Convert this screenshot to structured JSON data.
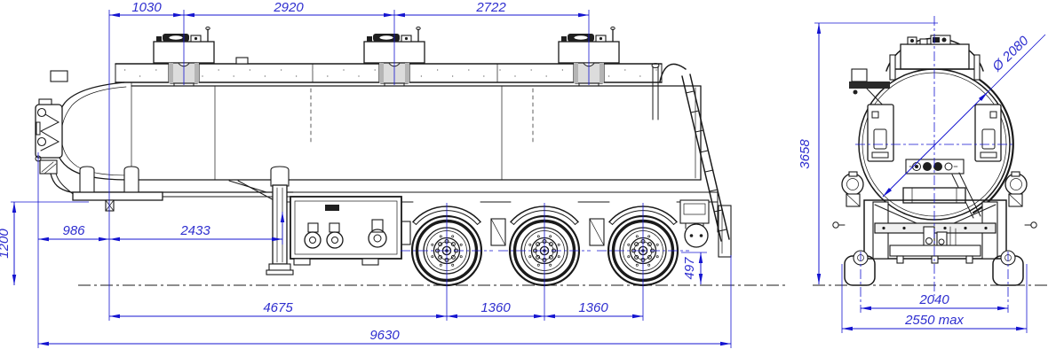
{
  "meta": {
    "type": "technical-drawing",
    "subject": "tank semi-trailer general arrangement drawing",
    "views": [
      "side-view",
      "rear-view"
    ]
  },
  "colors": {
    "line": "#1a1a1a",
    "dimension_line": "#1414d0",
    "dimension_text": "#2e2ecf",
    "background": "#ffffff"
  },
  "dims": {
    "top": {
      "kingpin_to_manhole1": "1030",
      "manhole1_to_manhole2": "2920",
      "manhole2_to_manhole3": "2722"
    },
    "side": {
      "fifth_wheel_height": "1200",
      "front_to_kingpin": "986",
      "kingpin_to_landing_gear": "2433",
      "kingpin_to_axle1": "4675",
      "axle1_to_axle2": "1360",
      "axle2_to_axle3": "1360",
      "overall_length": "9630",
      "rear_clearance": "497"
    },
    "rear": {
      "overall_height": "3658",
      "tank_diameter": "Ø 2080",
      "track_width": "2040",
      "overall_width": "2550 max"
    }
  }
}
